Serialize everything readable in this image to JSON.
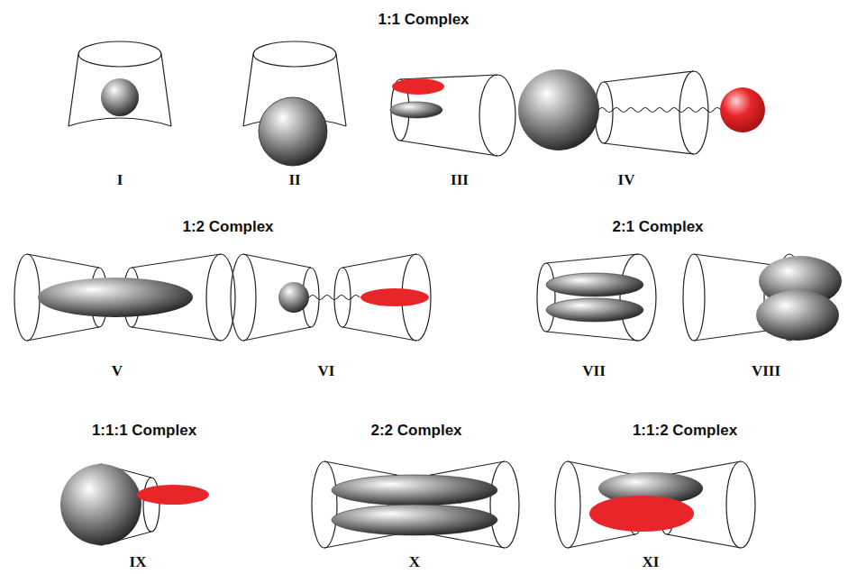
{
  "diagram": {
    "labels": [
      "1:1 Complex",
      "I",
      "II",
      "III",
      "IV",
      "1:2 Complex",
      "2:1 Complex",
      "V",
      "VI",
      "VII",
      "VIII",
      "1:1:1 Complex",
      "2:2 Complex",
      "1:1:2 Complex",
      "IX",
      "X",
      "XI"
    ]
  }
}
